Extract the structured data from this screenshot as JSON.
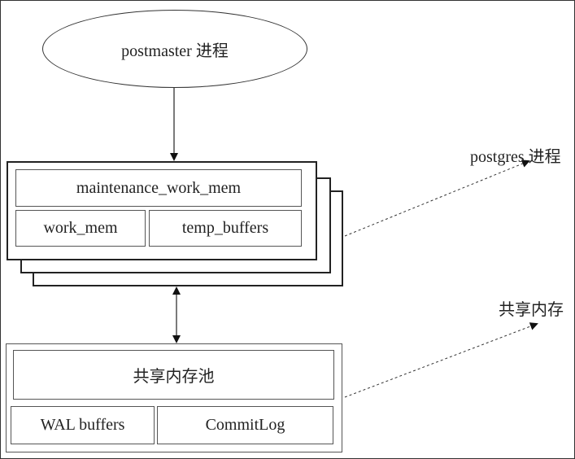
{
  "postmaster": {
    "label": "postmaster 进程"
  },
  "process_memory": {
    "maintenance": "maintenance_work_mem",
    "work_mem": "work_mem",
    "temp_buffers": "temp_buffers"
  },
  "shared_memory": {
    "pool": "共享内存池",
    "wal_buffers": "WAL buffers",
    "commit_log": "CommitLog"
  },
  "annotations": {
    "postgres_process": "postgres 进程",
    "shared_memory": "共享内存"
  }
}
